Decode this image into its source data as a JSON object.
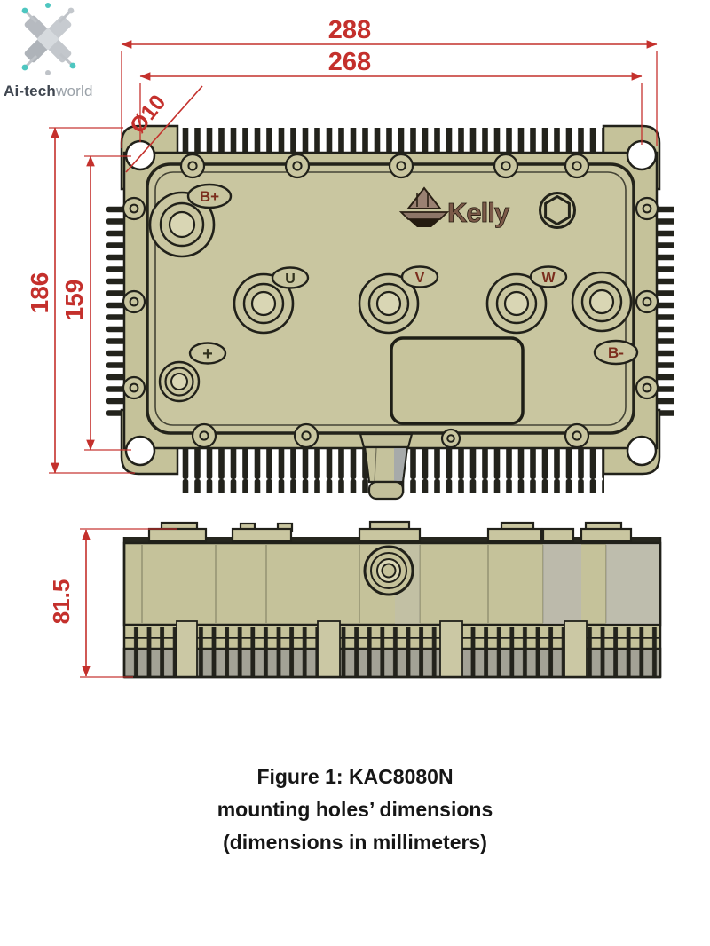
{
  "logo": {
    "brand_bold": "Ai-tech",
    "brand_light": "world"
  },
  "dimensions": {
    "overall_width": "288",
    "hole_spacing_width": "268",
    "hole_diameter": "Ø10",
    "overall_height": "186",
    "hole_spacing_height": "159",
    "side_height": "81.5"
  },
  "device": {
    "brand": "Kelly",
    "terminals": {
      "b_plus": "B+",
      "phase_u": "U",
      "phase_v": "V",
      "phase_w": "W",
      "b_minus": "B-",
      "plus": "+"
    }
  },
  "caption": {
    "line1": "Figure 1: KAC8080N",
    "line2": "mounting holes’ dimensions",
    "line3": "(dimensions in millimeters)"
  },
  "colors": {
    "dimension_red": "#c4302c",
    "body_khaki": "#c5c29a",
    "outline_dark": "#21211a",
    "brand_brown": "#7c5a49"
  }
}
